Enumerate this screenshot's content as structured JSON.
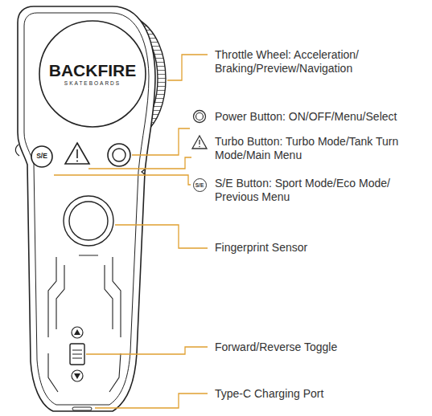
{
  "diagram": {
    "nodes": [
      {
        "text": [
          "BACKFIRE",
          "SKATEBOARDS"
        ]
      },
      {
        "text": [
          "S/E"
        ]
      }
    ],
    "labels": [
      "Throttle Wheel: Acceleration/ Braking/Preview/Navigation",
      "Power Button: ON/OFF/Menu/Select",
      "Turbo Button: Turbo Mode/Tank Turn Mode/Main Menu",
      "S/E",
      "S/E Button: Sport Mode/Eco Mode/ Previous Menu",
      "Fingerprint Sensor",
      "Forward/Reverse Toggle",
      "Type-C Charging Port"
    ]
  }
}
